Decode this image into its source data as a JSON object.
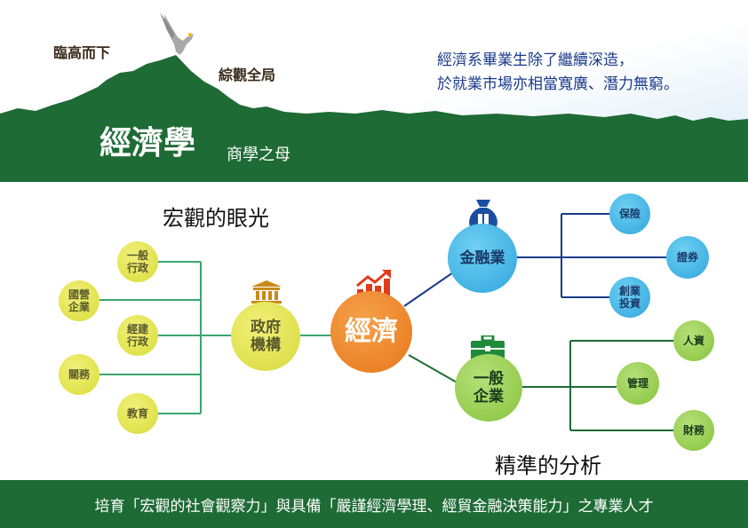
{
  "hero": {
    "peak_left": "臨高而下",
    "peak_right": "綜觀全局",
    "title": "經濟學",
    "subtitle": "商學之母",
    "slogan_line1": "經濟系畢業生除了繼續深造，",
    "slogan_line2": "於就業市場亦相當寬廣、潛力無窮。"
  },
  "headings": {
    "macro": "宏觀的眼光",
    "precise": "精準的分析"
  },
  "center": {
    "label": "經濟"
  },
  "government": {
    "label_line1": "政府",
    "label_line2": "機構",
    "leaves": [
      {
        "line1": "一般",
        "line2": "行政"
      },
      {
        "line1": "國營",
        "line2": "企業"
      },
      {
        "line1": "經建",
        "line2": "行政"
      },
      {
        "line1": "關務",
        "line2": ""
      },
      {
        "line1": "教育",
        "line2": ""
      }
    ]
  },
  "finance": {
    "label": "金融業",
    "leaves": [
      {
        "line1": "保險",
        "line2": ""
      },
      {
        "line1": "證券",
        "line2": ""
      },
      {
        "line1": "創業",
        "line2": "投資"
      }
    ]
  },
  "business": {
    "label_line1": "一般",
    "label_line2": "企業",
    "leaves": [
      {
        "line1": "人資",
        "line2": ""
      },
      {
        "line1": "管理",
        "line2": ""
      },
      {
        "line1": "財務",
        "line2": ""
      }
    ]
  },
  "footer": {
    "text": "培育「宏觀的社會觀察力」與具備「嚴謹經濟學理、經貿金融決策能力」之專業人才"
  },
  "colors": {
    "mountain_green": "#1e6b35",
    "gov_line": "#3aa66e",
    "finance_line": "#1a3a8a",
    "business_line": "#1e6b35",
    "center_orange": "#e8761c"
  },
  "icons": {
    "eagle": "eagle-icon",
    "government": "building-icon",
    "center": "growth-chart-icon",
    "finance": "money-bag-icon",
    "business": "briefcase-icon"
  }
}
